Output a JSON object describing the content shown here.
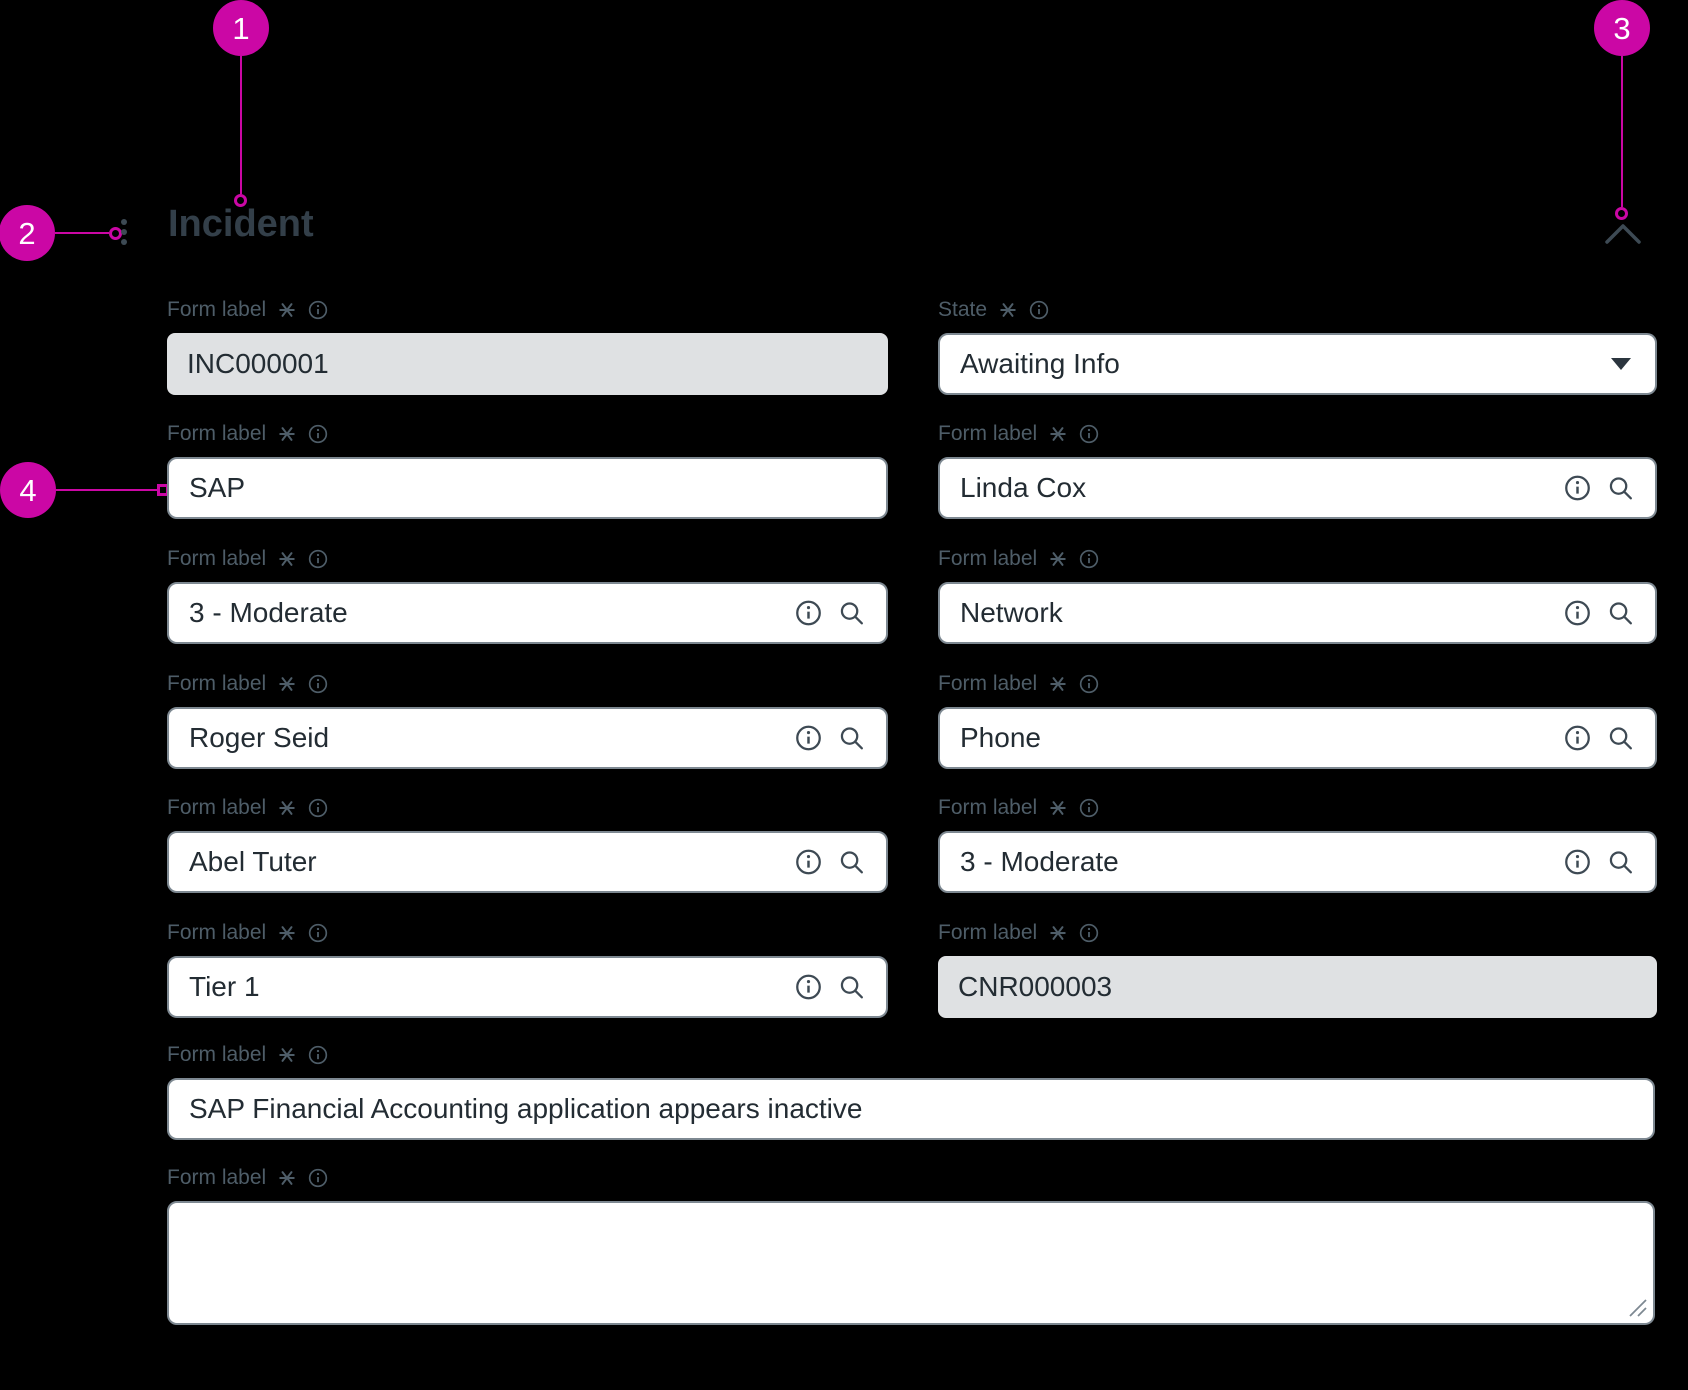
{
  "header": {
    "title": "Incident"
  },
  "annotations": [
    {
      "number": "1",
      "points_to": "section title"
    },
    {
      "number": "2",
      "points_to": "drag handle"
    },
    {
      "number": "3",
      "points_to": "collapse chevron"
    },
    {
      "number": "4",
      "points_to": "form field"
    }
  ],
  "form": {
    "columns": {
      "left": [
        {
          "label": "Form label",
          "value": "INC000001",
          "kind": "readonly"
        },
        {
          "label": "Form label",
          "value": "SAP",
          "kind": "text"
        },
        {
          "label": "Form label",
          "value": "3 - Moderate",
          "kind": "lookup"
        },
        {
          "label": "Form label",
          "value": "Roger Seid",
          "kind": "lookup"
        },
        {
          "label": "Form label",
          "value": "Abel Tuter",
          "kind": "lookup"
        },
        {
          "label": "Form label",
          "value": "Tier 1",
          "kind": "lookup"
        }
      ],
      "right": [
        {
          "label": "State",
          "value": "Awaiting Info",
          "kind": "select"
        },
        {
          "label": "Form label",
          "value": "Linda Cox",
          "kind": "lookup"
        },
        {
          "label": "Form label",
          "value": "Network",
          "kind": "lookup"
        },
        {
          "label": "Form label",
          "value": "Phone",
          "kind": "lookup"
        },
        {
          "label": "Form label",
          "value": "3 - Moderate",
          "kind": "lookup"
        },
        {
          "label": "Form label",
          "value": "CNR000003",
          "kind": "readonly"
        }
      ],
      "full": [
        {
          "label": "Form label",
          "value": "SAP Financial Accounting application appears inactive",
          "kind": "text"
        },
        {
          "label": "Form label",
          "value": "",
          "kind": "textarea"
        }
      ]
    }
  },
  "icons": {
    "required": "asterisk-icon",
    "label_info": "info-icon",
    "field_info": "info-icon",
    "field_search": "search-icon",
    "collapse": "chevron-up-icon",
    "drag": "kebab-handle-icon",
    "dropdown": "caret-down-icon",
    "textarea_resize": "resize-handle-icon"
  },
  "colors": {
    "accent": "#cb07a5",
    "title": "#333f49",
    "label": "#4e5d68",
    "value": "#232c33",
    "field_border": "#7d8891",
    "readonly_bg": "#dfe1e3",
    "background": "#000000"
  }
}
